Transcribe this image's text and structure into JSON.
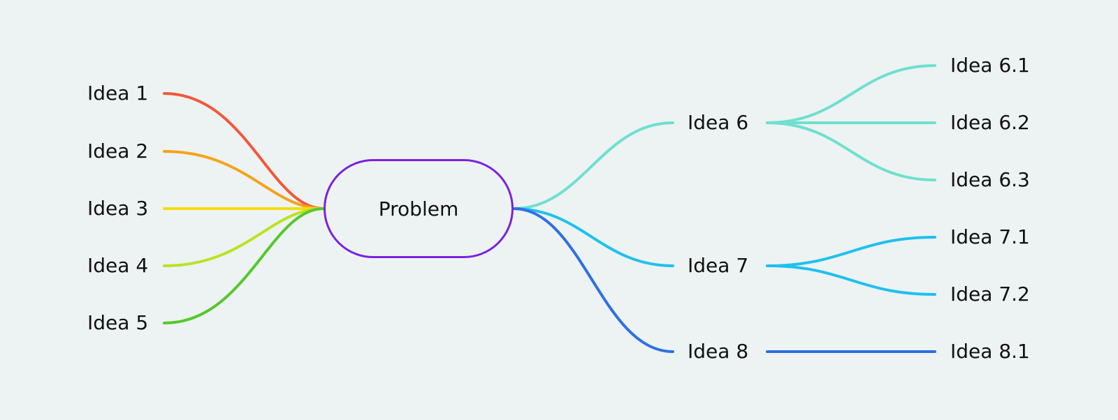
{
  "colors": {
    "background": "#edf3f2",
    "root_border": "#7b22e0",
    "idea1": "#f0583a",
    "idea2": "#f6a21c",
    "idea3": "#f4dc10",
    "idea4": "#b9e325",
    "idea5": "#55c82a",
    "idea6": "#6ee0cf",
    "idea7": "#1fc0ef",
    "idea8": "#2f6fe6"
  },
  "root": {
    "label": "Problem"
  },
  "left_ideas": [
    {
      "label": "Idea 1"
    },
    {
      "label": "Idea 2"
    },
    {
      "label": "Idea 3"
    },
    {
      "label": "Idea 4"
    },
    {
      "label": "Idea 5"
    }
  ],
  "right_ideas": [
    {
      "label": "Idea 6",
      "children": [
        {
          "label": "Idea 6.1"
        },
        {
          "label": "Idea 6.2"
        },
        {
          "label": "Idea 6.3"
        }
      ]
    },
    {
      "label": "Idea 7",
      "children": [
        {
          "label": "Idea 7.1"
        },
        {
          "label": "Idea 7.2"
        }
      ]
    },
    {
      "label": "Idea 8",
      "children": [
        {
          "label": "Idea 8.1"
        }
      ]
    }
  ]
}
